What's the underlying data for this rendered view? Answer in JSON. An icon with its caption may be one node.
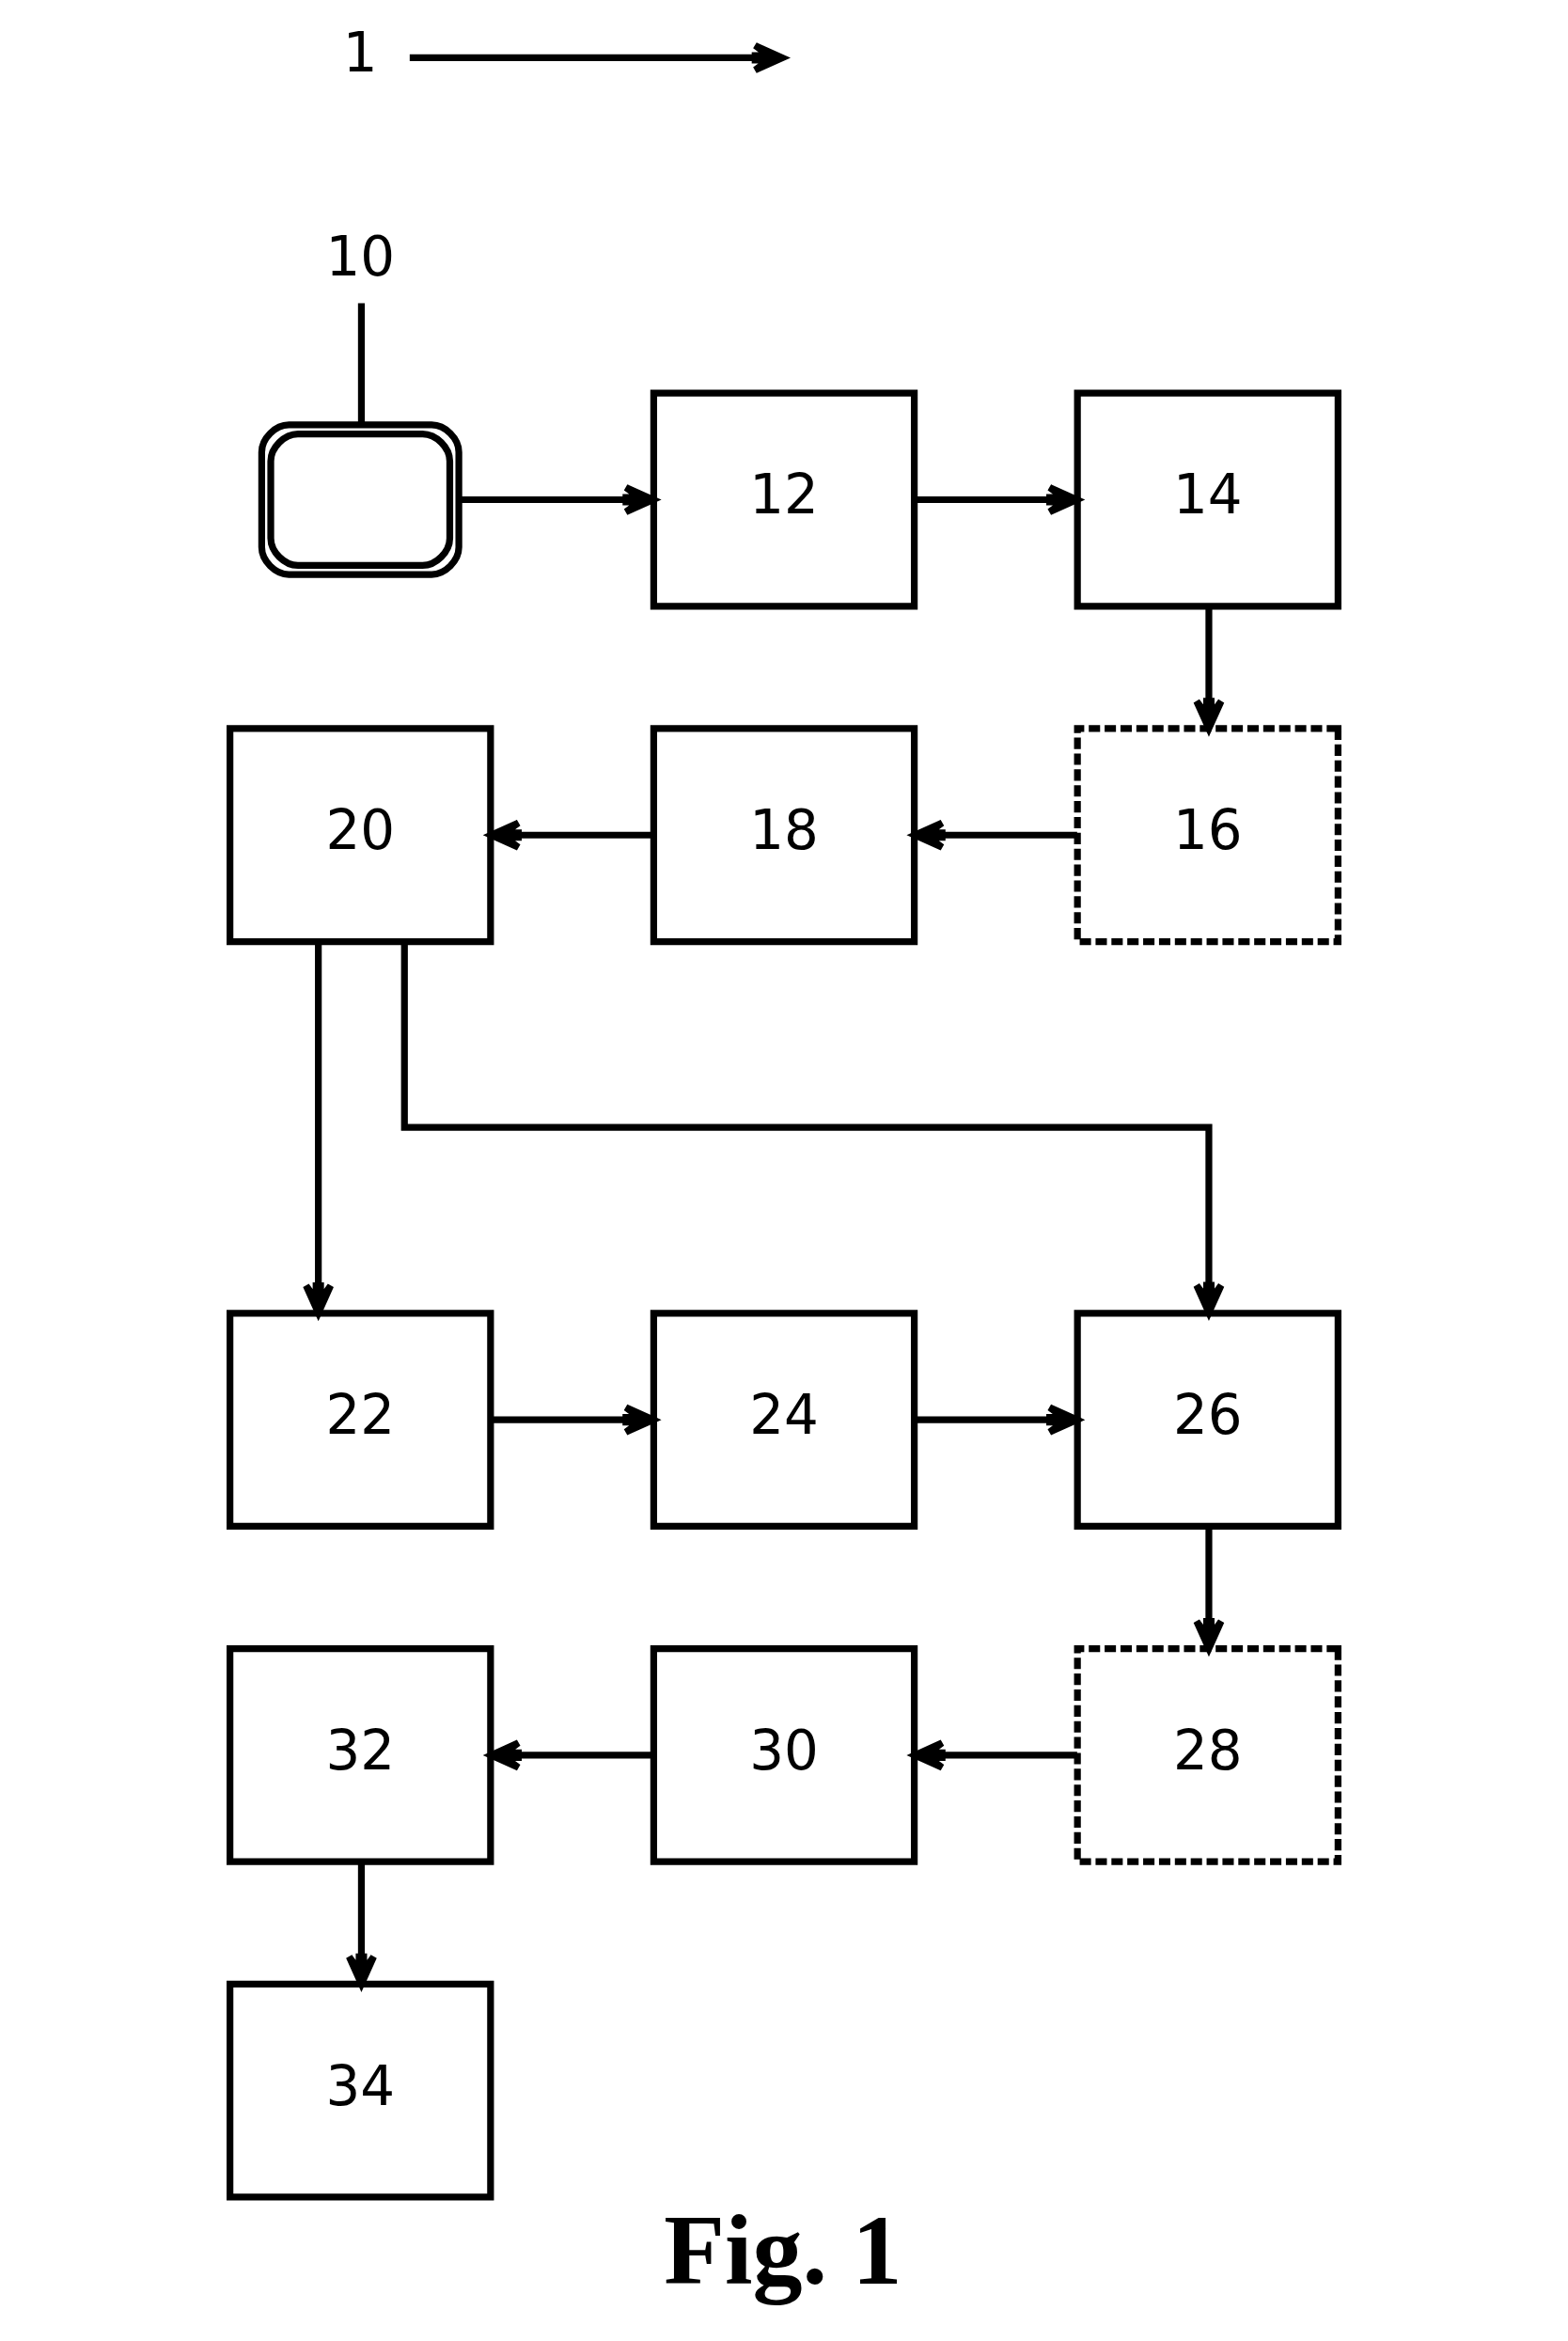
{
  "diagram": {
    "caption": "Fig. 1",
    "nodes": [
      {
        "text": [
          "1"
        ]
      },
      {
        "text": [
          "10"
        ]
      },
      {
        "text": [],
        "shape": "picture"
      },
      {
        "text": [
          "12"
        ]
      },
      {
        "text": [
          "14"
        ]
      },
      {
        "text": [
          "20"
        ]
      },
      {
        "text": [
          "18"
        ]
      },
      {
        "text": [
          "16"
        ]
      },
      {
        "text": [
          "22"
        ]
      },
      {
        "text": [
          "24"
        ]
      },
      {
        "text": [
          "26"
        ]
      },
      {
        "text": [
          "32"
        ]
      },
      {
        "text": [
          "30"
        ]
      },
      {
        "text": [
          "28"
        ]
      },
      {
        "text": [
          "34"
        ]
      }
    ],
    "edges": [
      {
        "from": 0,
        "to": null,
        "arrow": "to"
      },
      {
        "from": 1,
        "to": 2,
        "arrow": "none"
      },
      {
        "from": 2,
        "to": 3,
        "arrow": "to"
      },
      {
        "from": 3,
        "to": 4,
        "arrow": "to"
      },
      {
        "from": 4,
        "to": 7,
        "arrow": "to"
      },
      {
        "from": 7,
        "to": 6,
        "arrow": "to"
      },
      {
        "from": 6,
        "to": 5,
        "arrow": "to"
      },
      {
        "from": 5,
        "to": 8,
        "arrow": "to"
      },
      {
        "from": 5,
        "to": 10,
        "arrow": "to"
      },
      {
        "from": 8,
        "to": 9,
        "arrow": "to"
      },
      {
        "from": 9,
        "to": 10,
        "arrow": "to"
      },
      {
        "from": 10,
        "to": 13,
        "arrow": "to"
      },
      {
        "from": 13,
        "to": 12,
        "arrow": "to"
      },
      {
        "from": 12,
        "to": 11,
        "arrow": "to"
      },
      {
        "from": 11,
        "to": 14,
        "arrow": "to"
      }
    ]
  }
}
